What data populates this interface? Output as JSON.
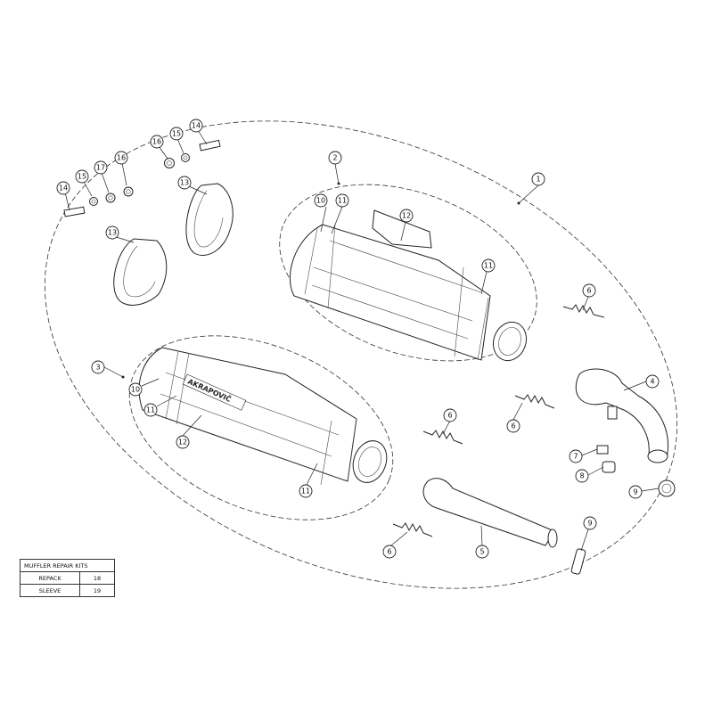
{
  "callouts": [
    "1",
    "2",
    "3",
    "4",
    "5",
    "6",
    "6",
    "6",
    "6",
    "7",
    "8",
    "9",
    "9",
    "10",
    "10",
    "11",
    "11",
    "11",
    "11",
    "12",
    "12",
    "13",
    "13",
    "14",
    "14",
    "15",
    "15",
    "16",
    "16",
    "17"
  ],
  "brand_text": "AKRAPOVIČ",
  "repair_kits": {
    "title": "MUFFLER REPAIR KITS",
    "rows": [
      {
        "name": "REPACK",
        "number": "18"
      },
      {
        "name": "SLEEVE",
        "number": "19"
      }
    ]
  }
}
